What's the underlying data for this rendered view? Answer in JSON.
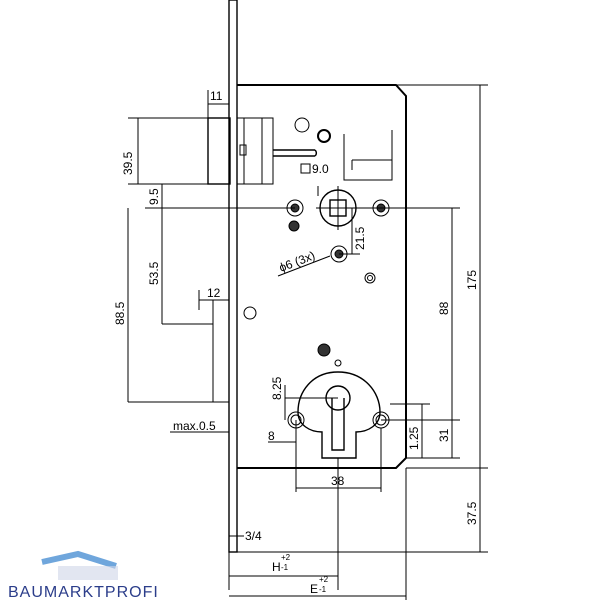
{
  "dimensions": {
    "dim_11": "11",
    "dim_39_5": "39.5",
    "dim_9_5": "9.5",
    "dim_53_5": "53.5",
    "dim_88_5": "88.5",
    "dim_12": "12",
    "dim_max_0_5": "max.0.5",
    "dim_8": "8",
    "dim_8_25": "8.25",
    "dim_9_0": "9.0",
    "dim_21_5": "21.5",
    "dim_phi6": "ϕ6 (3x)",
    "dim_175": "175",
    "dim_88": "88",
    "dim_1_25": "1.25",
    "dim_31": "31",
    "dim_38": "38",
    "dim_37_5": "37.5",
    "dim_3_4": "3/4",
    "dim_H": "H",
    "dim_H_tol_upper": "+2",
    "dim_H_tol_lower": "-1",
    "dim_E": "E",
    "dim_E_tol_upper": "+2",
    "dim_E_tol_lower": "-1"
  },
  "brand": {
    "name": "BAUMARKTPROFI",
    "logo_colors": {
      "roof": "#6fa6dc",
      "text": "#2b3d8a"
    }
  }
}
